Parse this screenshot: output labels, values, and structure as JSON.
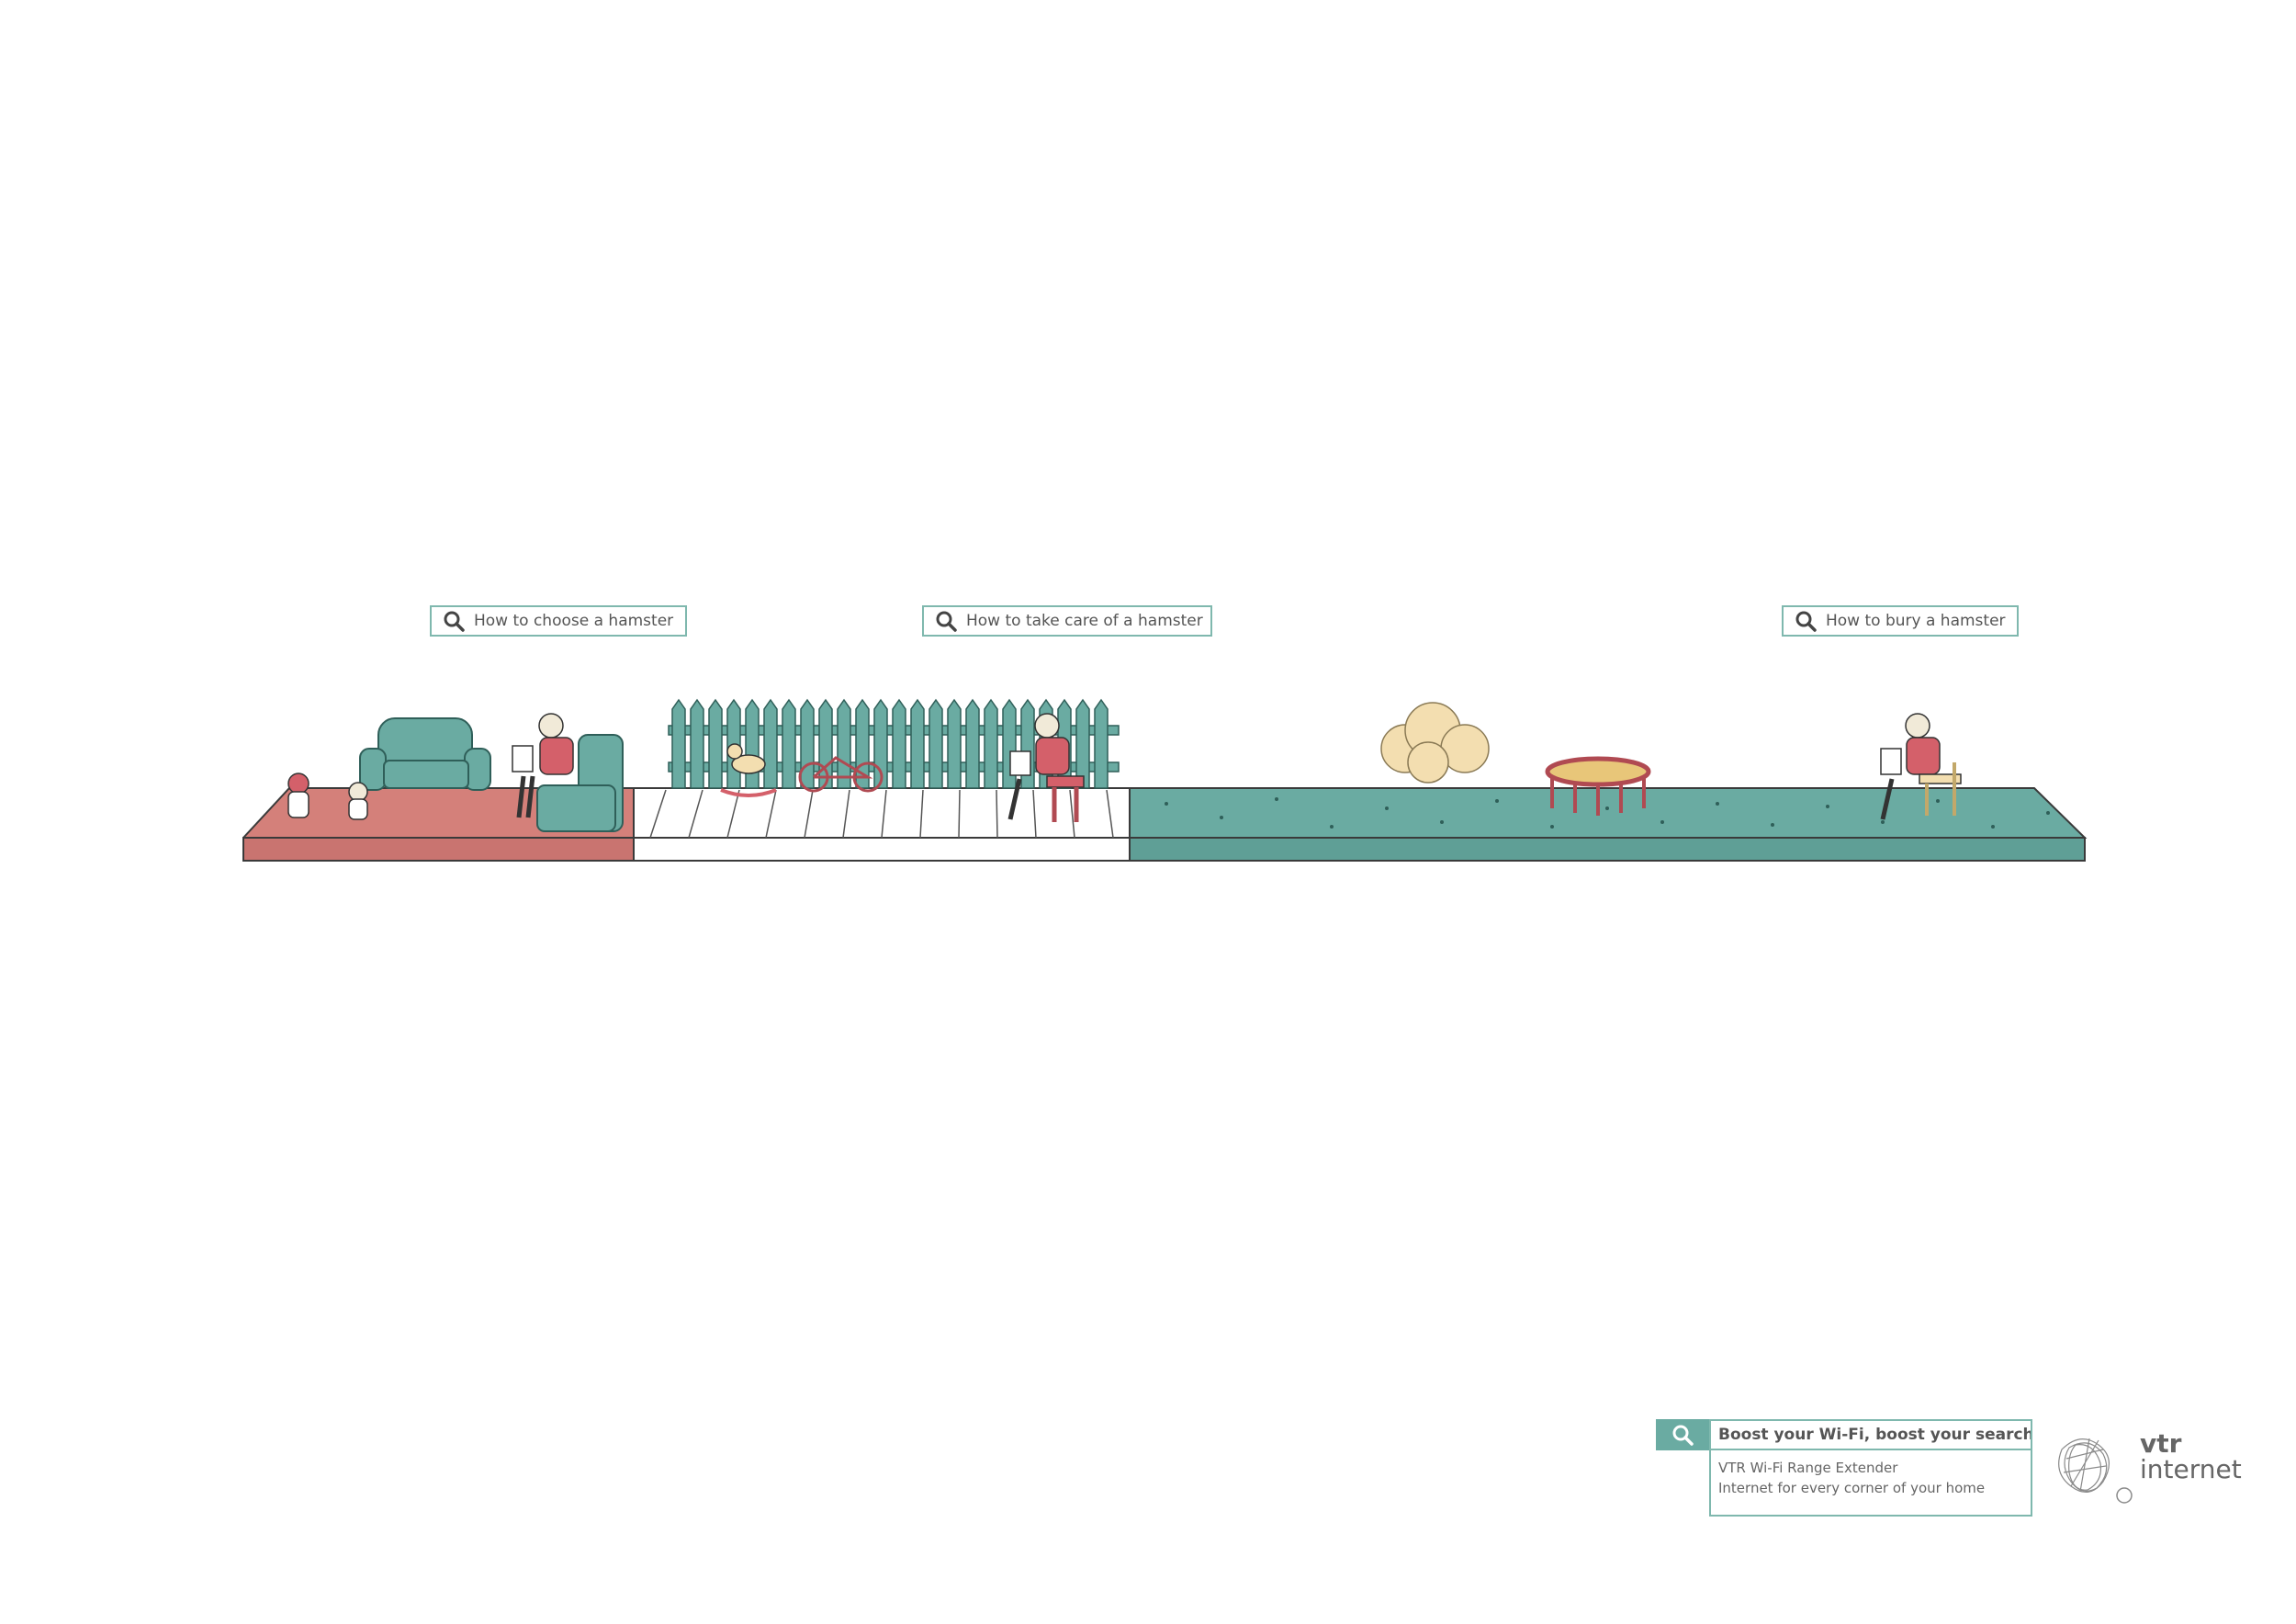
{
  "searches": [
    {
      "query": "How to choose a hamster",
      "icon": "search-icon"
    },
    {
      "query": "How to take care of a hamster",
      "icon": "search-icon"
    },
    {
      "query": "How to bury a hamster",
      "icon": "search-icon"
    }
  ],
  "footer": {
    "headline": "Boost your Wi-Fi, boost your searches",
    "product": "VTR Wi-Fi Range Extender",
    "tagline": "Internet for every corner of your home"
  },
  "brand": {
    "line1": "vtr",
    "line2": "internet",
    "logo_icon": "vtr-swirl-logo"
  },
  "colors": {
    "accent": "#7fb8ae",
    "carpet": "#d4807a",
    "grass": "#6aaba2",
    "deck": "#ffffff",
    "bush": "#f3deb0",
    "furniture": "#6aaba2",
    "shirt": "#d4606a"
  }
}
